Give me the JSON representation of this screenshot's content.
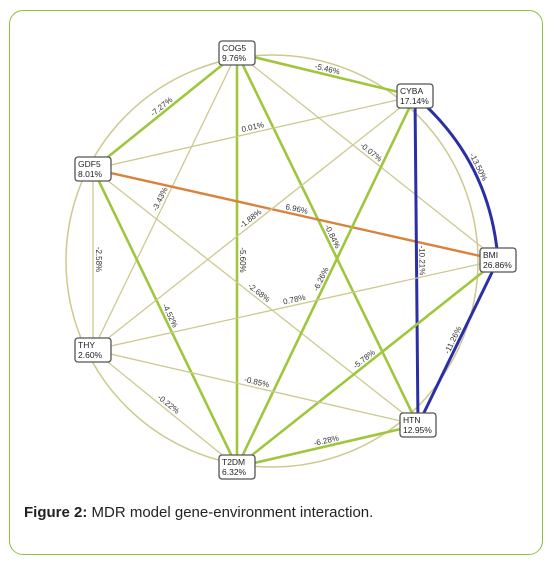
{
  "colors": {
    "frame_border": "#8cbf3f",
    "weak_edge": "#cdc98f",
    "medium_edge": "#9fc63c",
    "strong_edge_orange": "#d9823b",
    "strong_edge_blue": "#2a2fa6"
  },
  "nodes": [
    {
      "id": "COG5",
      "name": "COG5",
      "value": "9.76%"
    },
    {
      "id": "CYBA",
      "name": "CYBA",
      "value": "17.14%"
    },
    {
      "id": "GDF5",
      "name": "GDF5",
      "value": "8.01%"
    },
    {
      "id": "BMI",
      "name": "BMI",
      "value": "26.86%"
    },
    {
      "id": "THY",
      "name": "THY",
      "value": "2.60%"
    },
    {
      "id": "HTN",
      "name": "HTN",
      "value": "12.95%"
    },
    {
      "id": "T2DM",
      "name": "T2DM",
      "value": "6.32%"
    }
  ],
  "edges": [
    {
      "from": "COG5",
      "to": "CYBA",
      "label": "-5.46%",
      "type": "medium"
    },
    {
      "from": "COG5",
      "to": "GDF5",
      "label": "-7.27%",
      "type": "medium"
    },
    {
      "from": "COG5",
      "to": "THY",
      "label": "-3.43%",
      "type": "weak"
    },
    {
      "from": "COG5",
      "to": "T2DM",
      "label": "-5.60%",
      "type": "medium"
    },
    {
      "from": "COG5",
      "to": "HTN",
      "label": "-0.84%",
      "type": "medium"
    },
    {
      "from": "COG5",
      "to": "BMI",
      "label": "-0.07%",
      "type": "weak"
    },
    {
      "from": "GDF5",
      "to": "CYBA",
      "label": "0.01%",
      "type": "weak"
    },
    {
      "from": "GDF5",
      "to": "BMI",
      "label": "6.96%",
      "type": "strong_orange"
    },
    {
      "from": "GDF5",
      "to": "THY",
      "label": "-2.58%",
      "type": "weak"
    },
    {
      "from": "GDF5",
      "to": "T2DM",
      "label": "-4.52%",
      "type": "medium"
    },
    {
      "from": "GDF5",
      "to": "HTN",
      "label": "-2.68%",
      "type": "weak"
    },
    {
      "from": "CYBA",
      "to": "THY",
      "label": "-1.88%",
      "type": "weak"
    },
    {
      "from": "CYBA",
      "to": "T2DM",
      "label": "-6.26%",
      "type": "medium"
    },
    {
      "from": "CYBA",
      "to": "BMI",
      "label": "-13.50%",
      "type": "strong_blue",
      "curve": 1
    },
    {
      "from": "CYBA",
      "to": "HTN",
      "label": "-10.21%",
      "type": "strong_blue"
    },
    {
      "from": "BMI",
      "to": "THY",
      "label": "0.78%",
      "type": "weak"
    },
    {
      "from": "BMI",
      "to": "T2DM",
      "label": "-5.78%",
      "type": "medium"
    },
    {
      "from": "BMI",
      "to": "HTN",
      "label": "-11.26%",
      "type": "strong_blue"
    },
    {
      "from": "THY",
      "to": "HTN",
      "label": "-0.85%",
      "type": "weak"
    },
    {
      "from": "THY",
      "to": "T2DM",
      "label": "-0.22%",
      "type": "weak"
    },
    {
      "from": "T2DM",
      "to": "HTN",
      "label": "-6.28%",
      "type": "medium"
    }
  ],
  "caption": {
    "label": "Figure 2:",
    "text": " MDR model gene-environment interaction."
  }
}
